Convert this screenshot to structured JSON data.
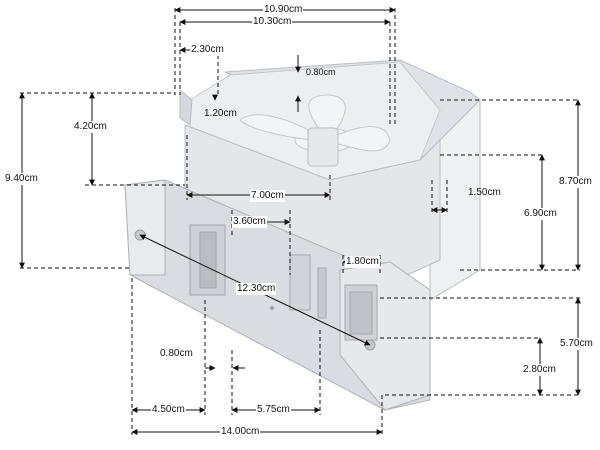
{
  "dimensions": {
    "width_10_90": "10.90cm",
    "width_10_30": "10.30cm",
    "inlet_2_30": "2.30cm",
    "rim_0_80": "0.80cm",
    "height_4_20": "4.20cm",
    "lip_1_20": "1.20cm",
    "height_9_40": "9.40cm",
    "height_8_70": "8.70cm",
    "height_6_90": "6.90cm",
    "width_7_00": "7.00cm",
    "gap_1_50": "1.50cm",
    "slot_3_60": "3.60cm",
    "slot_1_80": "1.80cm",
    "diag_12_30": "12.30cm",
    "height_5_70": "5.70cm",
    "height_2_80": "2.80cm",
    "wall_0_80": "0.80cm",
    "base_4_50": "4.50cm",
    "base_5_75": "5.75cm",
    "base_14_00": "14.00cm"
  },
  "colors": {
    "body_light": "#e8eaed",
    "body_mid": "#d5d8dc",
    "body_dark": "#b9bdc2",
    "dim_line": "#111111"
  }
}
